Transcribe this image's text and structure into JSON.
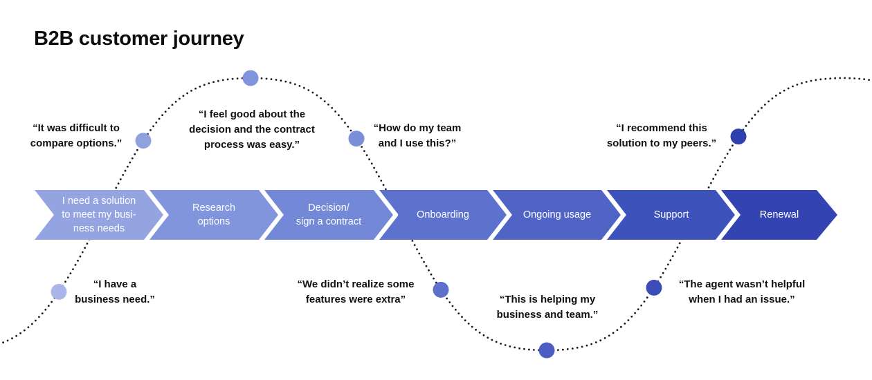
{
  "title": "B2B customer journey",
  "journey": {
    "curve_color": "#1b1b1b",
    "stages": [
      {
        "label": "I need a solution\nto meet my busi-\nness needs",
        "color": "#93a4e0"
      },
      {
        "label": "Research\noptions",
        "color": "#8195dc"
      },
      {
        "label": "Decision/\nsign a contract",
        "color": "#7388d6"
      },
      {
        "label": "Onboarding",
        "color": "#5d72cc"
      },
      {
        "label": "Ongoing usage",
        "color": "#5064c6"
      },
      {
        "label": "Support",
        "color": "#3e52bc"
      },
      {
        "label": "Renewal",
        "color": "#3343b1"
      }
    ],
    "quotes": [
      {
        "text": "“I have a\nbusiness need.”",
        "dot_color": "#aab6e7"
      },
      {
        "text": "“It was difficult to\ncompare options.”",
        "dot_color": "#8fa2de"
      },
      {
        "text": "“I feel good about the\ndecision and the contract\nprocess was easy.”",
        "dot_color": "#8094dc"
      },
      {
        "text": "“How do my team\nand I use this?”",
        "dot_color": "#7b8ed8"
      },
      {
        "text": "“We didn’t realize some\nfeatures were extra”",
        "dot_color": "#5d70cb"
      },
      {
        "text": "“This is helping my\nbusiness and team.”",
        "dot_color": "#4d5ec3"
      },
      {
        "text": "“The agent wasn’t helpful\nwhen I had an issue.”",
        "dot_color": "#3c4db7"
      },
      {
        "text": "“I recommend this\nsolution to my peers.”",
        "dot_color": "#2e40ae"
      }
    ]
  }
}
